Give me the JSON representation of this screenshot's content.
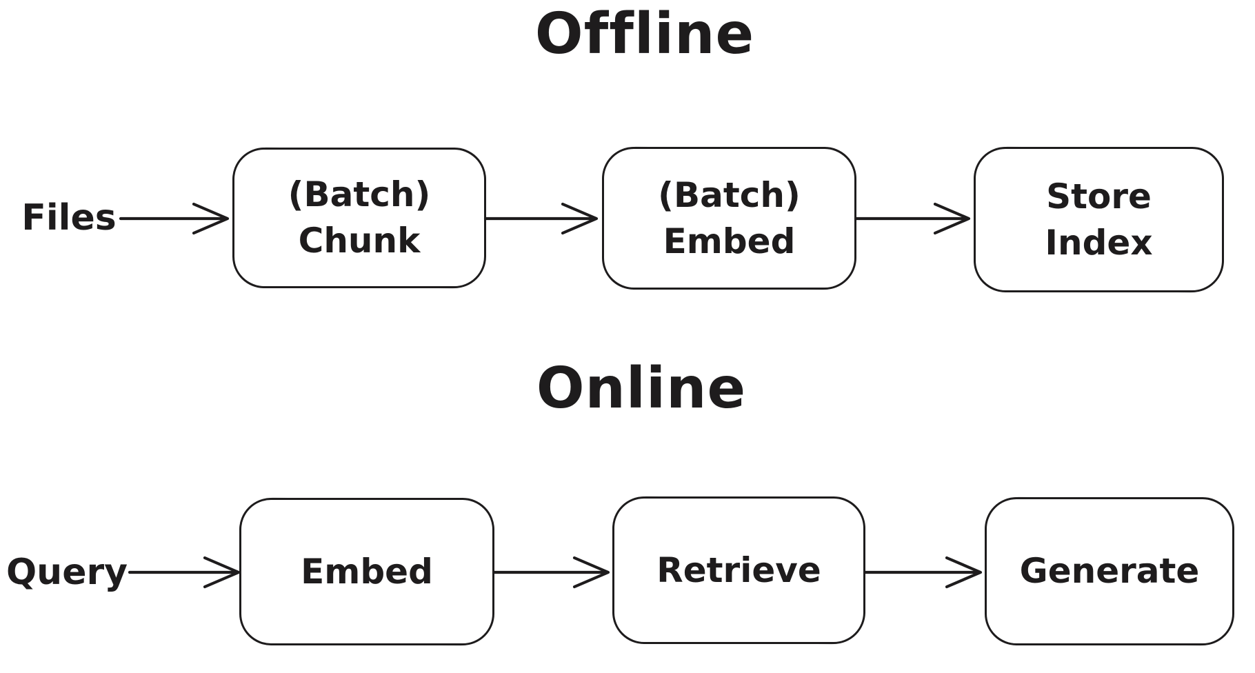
{
  "canvas": {
    "background": "#ffffff",
    "ink": "#1e1c1d"
  },
  "sections": [
    {
      "title": "Offline",
      "source_label": "Files",
      "nodes": [
        {
          "lines": [
            "(Batch)",
            "Chunk"
          ]
        },
        {
          "lines": [
            "(Batch)",
            "Embed"
          ]
        },
        {
          "lines": [
            "Store",
            "Index"
          ]
        }
      ]
    },
    {
      "title": "Online",
      "source_label": "Query",
      "nodes": [
        {
          "lines": [
            "Embed"
          ]
        },
        {
          "lines": [
            "Retrieve"
          ]
        },
        {
          "lines": [
            "Generate"
          ]
        }
      ]
    }
  ]
}
